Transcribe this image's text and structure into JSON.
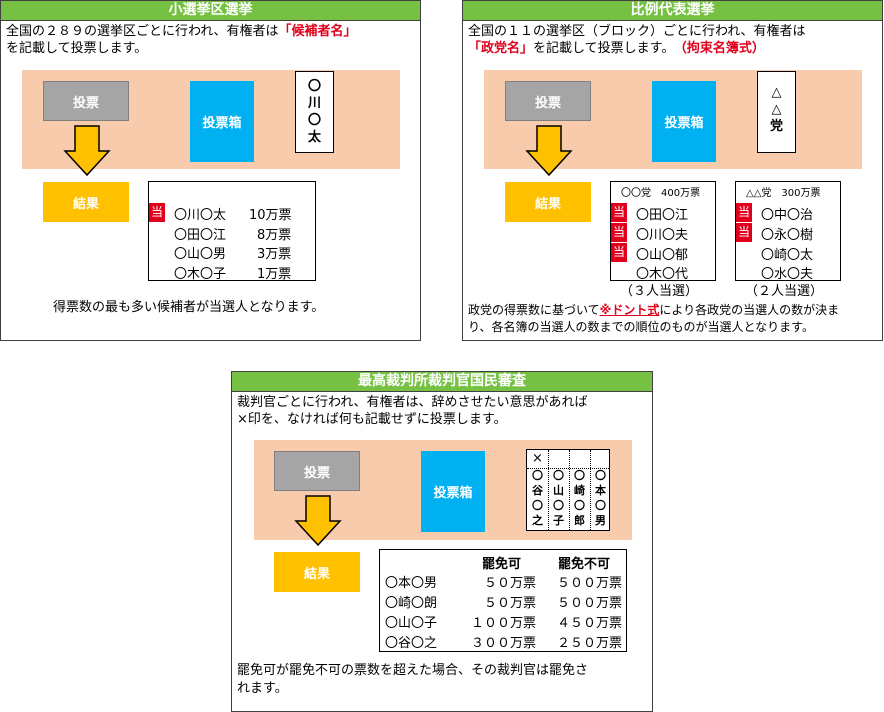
{
  "single": {
    "title": "小選挙区選挙",
    "desc1_a": "全国の２８９の選挙区ごとに行われ、有権者は",
    "desc1_b": "「候補者名」",
    "desc2": "を記載して投票します。",
    "vote": "投票",
    "box": "投票箱",
    "result": "結果",
    "ballot": [
      "〇",
      "川",
      "〇",
      "太"
    ],
    "win_badge": "当",
    "rows": [
      {
        "name": "〇川〇太",
        "votes": "10万票",
        "win": true
      },
      {
        "name": "〇田〇江",
        "votes": "8万票",
        "win": false
      },
      {
        "name": "〇山〇男",
        "votes": "3万票",
        "win": false
      },
      {
        "name": "〇木〇子",
        "votes": "1万票",
        "win": false
      }
    ],
    "footer": "得票数の最も多い候補者が当選人となります。"
  },
  "pr": {
    "title": "比例代表選挙",
    "desc1": "全国の１１の選挙区（ブロック）ごとに行われ、有権者は",
    "desc2_a": "「政党名」",
    "desc2_b": "を記載して投票します。",
    "desc2_c": "（拘束名簿式）",
    "vote": "投票",
    "box": "投票箱",
    "result": "結果",
    "ballot": [
      "△",
      "△",
      "党"
    ],
    "win_badge": "当",
    "parties": [
      {
        "header": "〇〇党　400万票",
        "members": [
          "〇田〇江",
          "〇川〇夫",
          "〇山〇郁",
          "〇木〇代"
        ],
        "wins": 3,
        "caption": "（３人当選）"
      },
      {
        "header": "△△党　300万票",
        "members": [
          "〇中〇治",
          "〇永〇樹",
          "〇崎〇太",
          "〇水〇夫"
        ],
        "wins": 2,
        "caption": "（２人当選）"
      }
    ],
    "footer1_a": "政党の得票数に基づいて",
    "footer1_b": "※ドント式",
    "footer1_c": "により各政党の当選人の数が決ま",
    "footer2": "り、各名簿の当選人の数までの順位のものが当選人となります。"
  },
  "review": {
    "title": "最高裁判所裁判官国民審査",
    "desc1": "裁判官ごとに行われ、有権者は、辞めさせたい意思があれば",
    "desc2": "×印を、なければ何も記載せずに投票します。",
    "vote": "投票",
    "box": "投票箱",
    "result": "結果",
    "ballot_cols": [
      {
        "mark": "×",
        "name": [
          "〇",
          "谷",
          "〇",
          "之"
        ]
      },
      {
        "mark": "",
        "name": [
          "〇",
          "山",
          "〇",
          "子"
        ]
      },
      {
        "mark": "",
        "name": [
          "〇",
          "崎",
          "〇",
          "郎"
        ]
      },
      {
        "mark": "",
        "name": [
          "〇",
          "本",
          "〇",
          "男"
        ]
      }
    ],
    "col_dismiss": "罷免可",
    "col_keep": "罷免不可",
    "rows": [
      {
        "name": "〇本〇男",
        "dismiss": "５０万票",
        "keep": "５００万票"
      },
      {
        "name": "〇崎〇朗",
        "dismiss": "５０万票",
        "keep": "５００万票"
      },
      {
        "name": "〇山〇子",
        "dismiss": "１００万票",
        "keep": "４５０万票"
      },
      {
        "name": "〇谷〇之",
        "dismiss": "３００万票",
        "keep": "２５０万票"
      }
    ],
    "footer1": "罷免可が罷免不可の票数を超えた場合、その裁判官は罷免さ",
    "footer2": "れます。"
  }
}
